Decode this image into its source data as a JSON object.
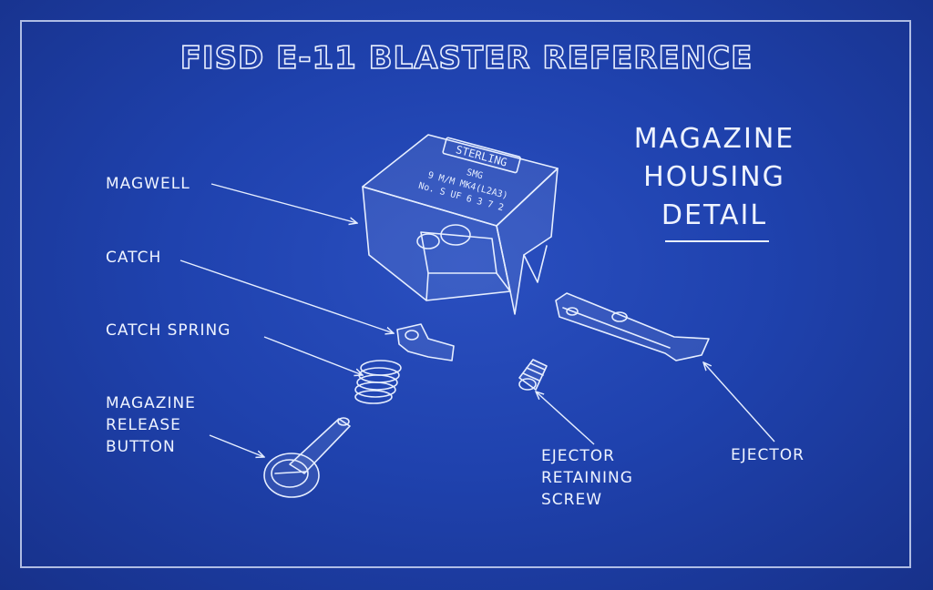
{
  "title": "FISD E-11 BLASTER REFERENCE",
  "detail_heading": [
    "MAGAZINE",
    "HOUSING",
    "DETAIL"
  ],
  "labels": {
    "magwell": "MAGWELL",
    "catch": "CATCH",
    "catch_spring": "CATCH SPRING",
    "release_button": [
      "MAGAZINE",
      "RELEASE",
      "BUTTON"
    ],
    "ejector_screw": [
      "EJECTOR",
      "RETAINING",
      "SCREW"
    ],
    "ejector": "EJECTOR"
  },
  "stamp": {
    "brand": "STERLING",
    "line1": "SMG",
    "line2": "9 M/M  MK4(L2A3)",
    "line3": "No. S UF 6 3 7 2"
  },
  "colors": {
    "background": "#1f42ae",
    "ink": "#e6eeff"
  }
}
